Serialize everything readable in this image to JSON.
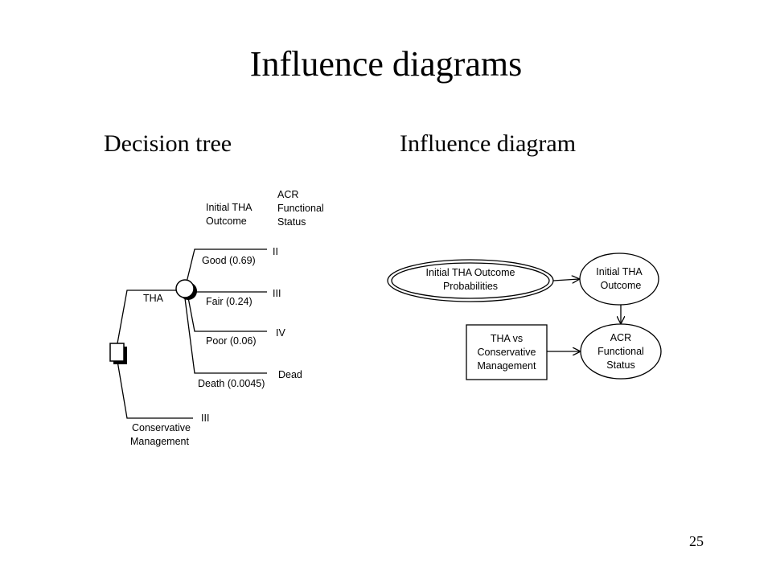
{
  "slide": {
    "title": "Influence diagrams",
    "subtitle_left": "Decision tree",
    "subtitle_right": "Influence diagram",
    "page_number": "25"
  },
  "decision_tree": {
    "header_chance": [
      "Initial THA",
      "Outcome"
    ],
    "header_outcome": [
      "ACR",
      "Functional",
      "Status"
    ],
    "branch_tha": "THA",
    "branch_conservative": [
      "Conservative",
      "Management"
    ],
    "conservative_status": "III",
    "outcomes": [
      {
        "label": "Good (0.69)",
        "status": "II"
      },
      {
        "label": "Fair (0.24)",
        "status": "III"
      },
      {
        "label": "Poor (0.06)",
        "status": "IV"
      },
      {
        "label": "Death (0.0045)",
        "status": "Dead"
      }
    ]
  },
  "influence_diagram": {
    "probabilities_node": [
      "Initial THA Outcome",
      "Probabilities"
    ],
    "outcome_node": [
      "Initial THA",
      "Outcome"
    ],
    "decision_node": [
      "THA vs",
      "Conservative",
      "Management"
    ],
    "status_node": [
      "ACR",
      "Functional",
      "Status"
    ]
  }
}
